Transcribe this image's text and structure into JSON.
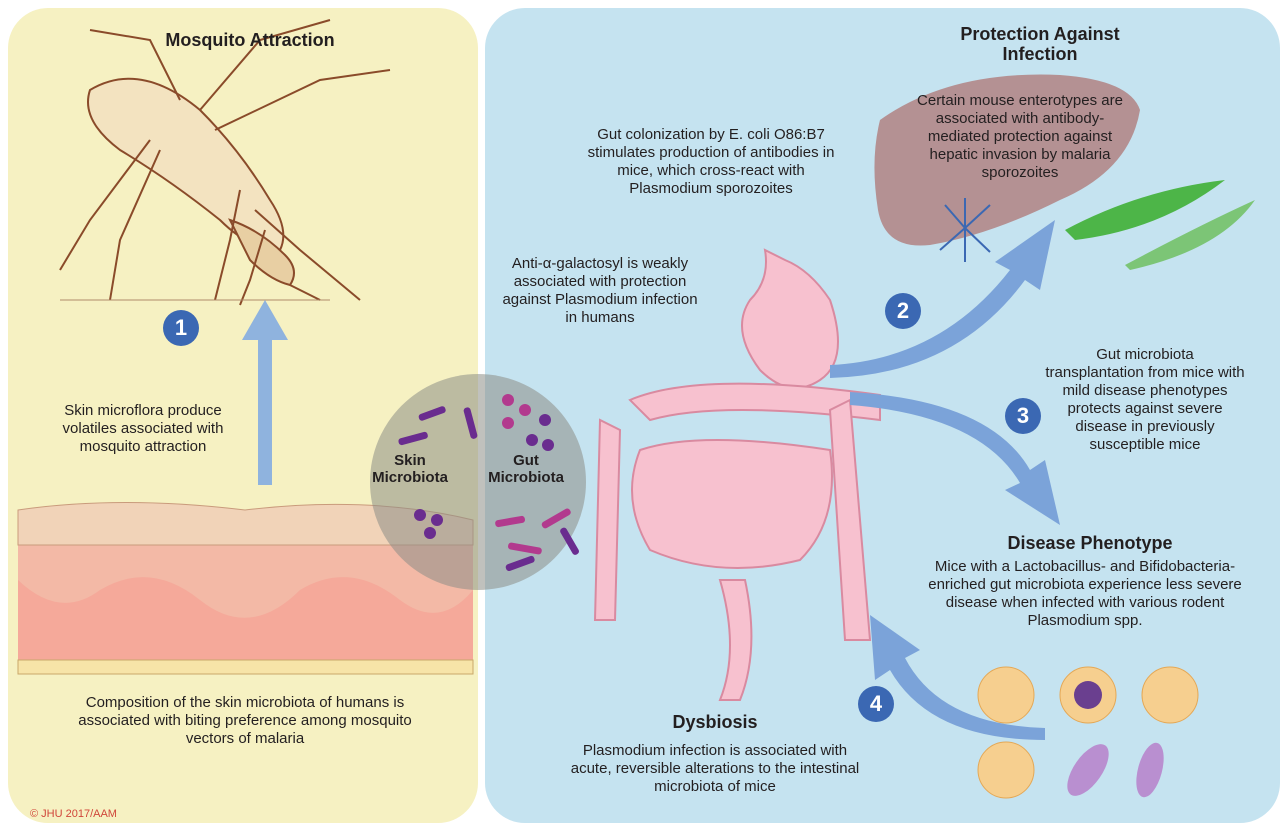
{
  "titles": {
    "mosquito_attraction": "Mosquito Attraction",
    "protection": "Protection Against Infection",
    "disease_phenotype": "Disease Phenotype",
    "dysbiosis": "Dysbiosis"
  },
  "labels": {
    "skin_microbiota": "Skin Microbiota",
    "gut_microbiota": "Gut Microbiota"
  },
  "numbers": [
    "1",
    "2",
    "3",
    "4"
  ],
  "captions": {
    "skin_microflora": "Skin microflora produce volatiles associated with mosquito attraction",
    "skin_composition": "Composition of the skin microbiota of humans is associated with biting preference among mosquito vectors of malaria",
    "ecoli_gut": "Gut colonization by E. coli O86:B7 stimulates production of antibodies in mice, which cross-react with Plasmodium sporozoites",
    "anti_galactosyl": "Anti-α-galactosyl is weakly associated with protection against Plasmodium infection in humans",
    "enterotypes": "Certain mouse enterotypes are associated with antibody-mediated protection against hepatic invasion by malaria sporozoites",
    "transplantation": "Gut microbiota transplantation from mice with mild disease phenotypes protects against severe disease in previously susceptible mice",
    "disease_phenotype": "Mice with a Lactobacillus- and Bifidobacteria-enriched gut microbiota experience less severe disease when infected with various rodent Plasmodium spp.",
    "dysbiosis": "Plasmodium infection is associated with acute, reversible alterations to the intestinal microbiota of mice"
  },
  "copyright": "© JHU 2017/AAM",
  "colors": {
    "left_panel": "#f6f1c2",
    "right_panel": "#c5e3f0",
    "number_badge": "#3b68b3",
    "arrow": "#7ba3d9",
    "intestine": "#f7c1cf",
    "liver": "#b49193",
    "microbe_purple": "#6a2c8f",
    "microbe_magenta": "#b23a8e"
  }
}
